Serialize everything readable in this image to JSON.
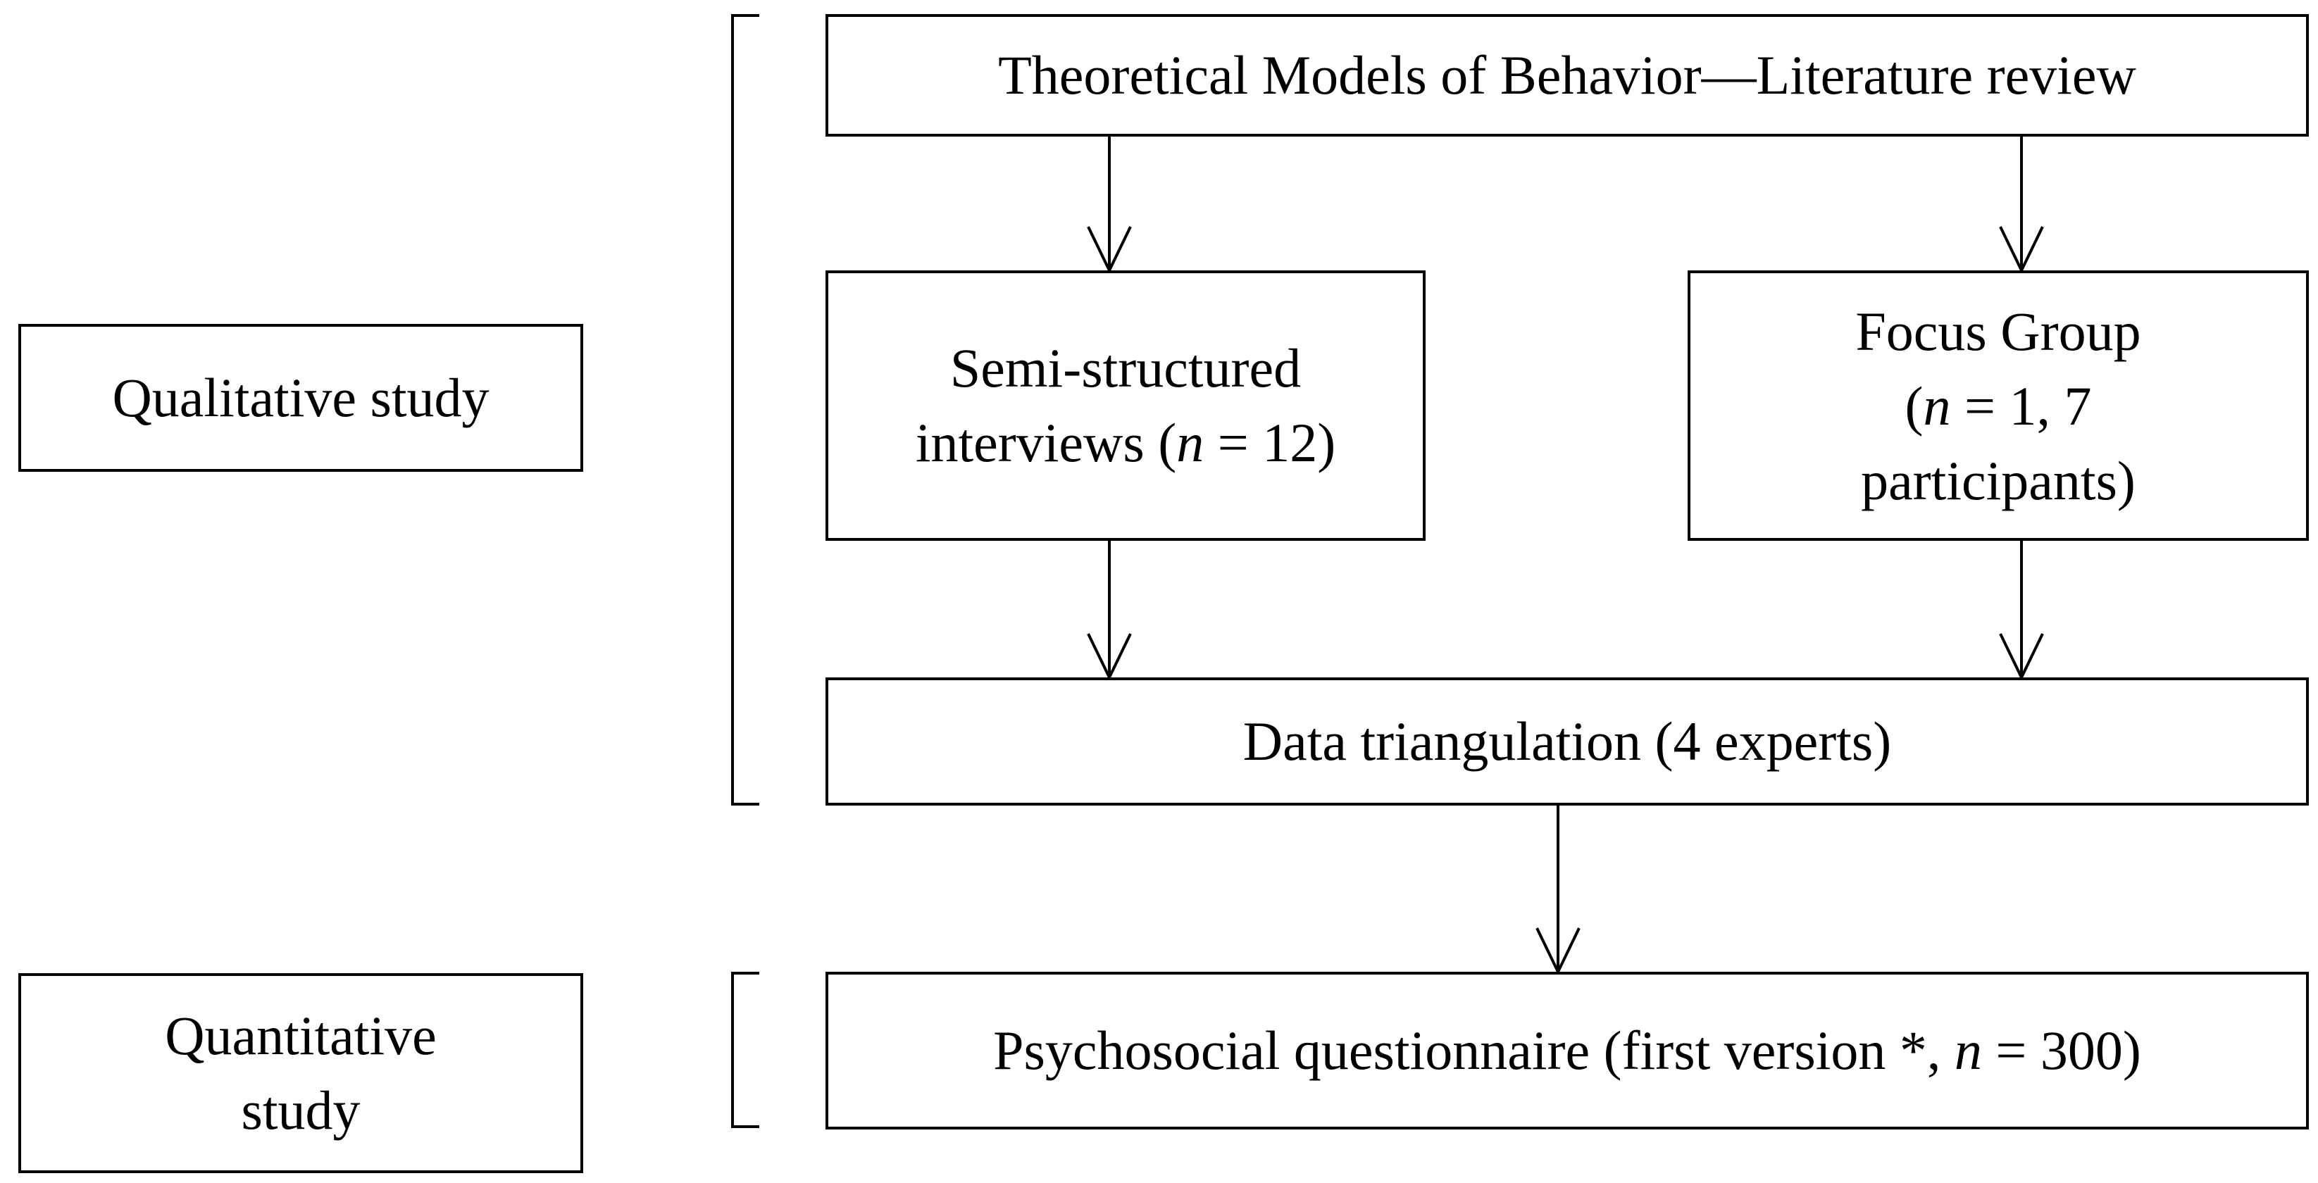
{
  "qualitative_label": "Qualitative study",
  "quantitative_label": {
    "line1": "Quantitative",
    "line2": "study"
  },
  "theory_box": "Theoretical Models of Behavior—Literature review",
  "interviews_box": {
    "line1": "Semi-structured",
    "line2_prefix": "interviews (",
    "n_symbol": "n",
    "line2_suffix": " = 12)"
  },
  "focus_group_box": {
    "line1": "Focus Group",
    "line2_prefix": "(",
    "n_symbol": "n",
    "line2_suffix": " = 1, 7",
    "line3": "participants)"
  },
  "triangulation_box": "Data triangulation (4 experts)",
  "questionnaire_box": {
    "prefix": "Psychosocial questionnaire (first version *, ",
    "n_symbol": "n",
    "suffix": " = 300)"
  }
}
